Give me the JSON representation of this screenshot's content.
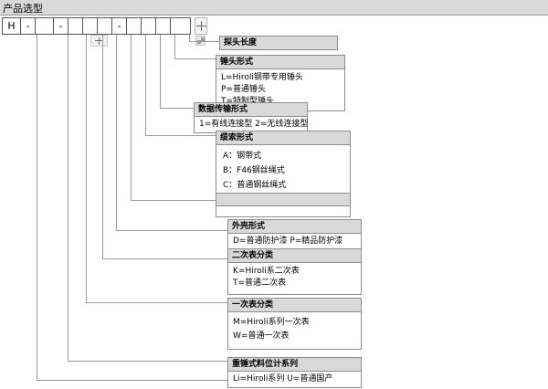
{
  "window": {
    "title": "产品选型"
  },
  "code_row": {
    "cells": [
      "H",
      "-",
      "",
      "-",
      "",
      "",
      "",
      "-",
      "",
      "",
      "",
      ""
    ],
    "plus_label": "+",
    "float_plus_label": "+"
  },
  "blocks": [
    {
      "id": "probe-length",
      "header": "探头长度",
      "lines": []
    },
    {
      "id": "probe-head-type",
      "header": "锤头形式",
      "lines": [
        "L=Hiroli钢带专用锤头",
        "P=普通锤头",
        "T=特制型锤头"
      ]
    },
    {
      "id": "data-transmission",
      "header": "数据传输形式",
      "lines": [
        "1=有线连接型   2=无线连接型"
      ]
    },
    {
      "id": "cable-type",
      "header": "缆索形式",
      "lines": [
        "A：钢带式",
        "B：F46钢丝绳式",
        "C：普通钢丝绳式"
      ]
    },
    {
      "id": "unlabeled",
      "header": "",
      "lines": []
    },
    {
      "id": "shell-type",
      "header": "外壳形式",
      "lines": [
        "D=普通防护漆  P=精品防护漆"
      ]
    },
    {
      "id": "secondary-meter",
      "header": "二次表分类",
      "lines": [
        "K=Hiroli系二次表",
        "T=普通二次表"
      ]
    },
    {
      "id": "primary-meter",
      "header": "一次表分类",
      "lines": [
        "M=Hiroli系列一次表",
        "",
        "W=普通一次表"
      ]
    },
    {
      "id": "series",
      "header": "重锤式料位计系列",
      "lines": [
        "Li=Hiroli系列     U=普通国产"
      ]
    }
  ],
  "colors": {
    "title_bar": "#d9d9d9",
    "block_header": "#d9d9d9",
    "border": "#8c8c8c",
    "leader_line": "#9a9a9a",
    "text": "#000000"
  }
}
